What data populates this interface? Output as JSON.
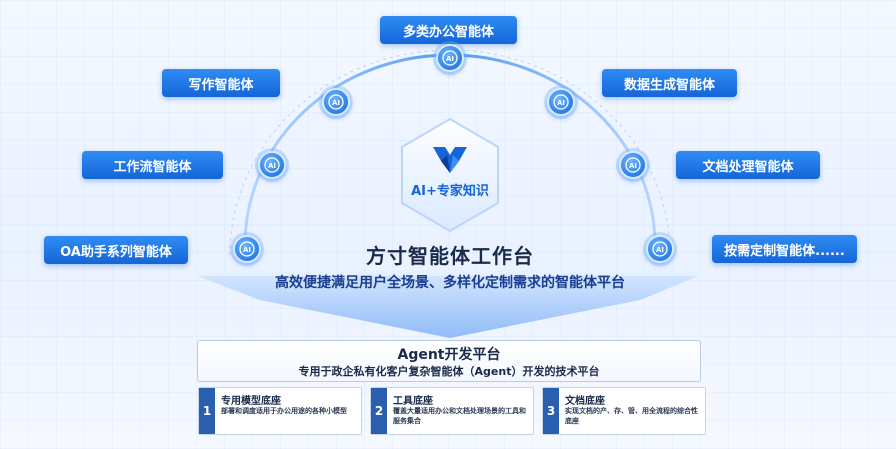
{
  "agents": {
    "office": "多类办公智能体",
    "writing": "写作智能体",
    "data_gen": "数据生成智能体",
    "workflow": "工作流智能体",
    "doc_proc": "文档处理智能体",
    "oa": "OA助手系列智能体",
    "custom": "按需定制智能体......"
  },
  "node_icon_text": "AI",
  "core": {
    "label": "AI+专家知识"
  },
  "platform": {
    "title": "方寸智能体工作台",
    "subtitle": "高效便捷满足用户全场景、多样化定制需求的智能体平台"
  },
  "agent_platform": {
    "title": "Agent开发平台",
    "subtitle": "专用于政企私有化客户复杂智能体（Agent）开发的技术平台"
  },
  "bases": [
    {
      "num": "1",
      "title": "专用模型底座",
      "desc": "部署和调度适用于办公用途的各种小模型"
    },
    {
      "num": "2",
      "title": "工具底座",
      "desc": "覆盖大量适用办公和文档处理场景的工具和服务集合"
    },
    {
      "num": "3",
      "title": "文档底座",
      "desc": "实现文档的产、存、管、用全流程的综合性底座"
    }
  ],
  "colors": {
    "accent": "#1565d8",
    "dark_text": "#1a2a4a",
    "base_num": "#2a5fb0"
  }
}
